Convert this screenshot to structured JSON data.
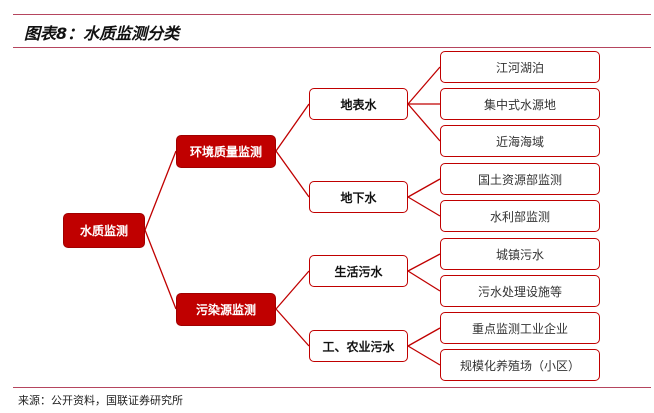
{
  "title": "图表8：水质监测分类",
  "root": "水质监测",
  "branches": [
    {
      "label": "环境质量监测",
      "children": [
        {
          "label": "地表水",
          "leaves": [
            "江河湖泊",
            "集中式水源地",
            "近海海域"
          ]
        },
        {
          "label": "地下水",
          "leaves": [
            "国土资源部监测",
            "水利部监测"
          ]
        }
      ]
    },
    {
      "label": "污染源监测",
      "children": [
        {
          "label": "生活污水",
          "leaves": [
            "城镇污水",
            "污水处理设施等"
          ]
        },
        {
          "label": "工、农业污水",
          "leaves": [
            "重点监测工业企业",
            "规模化养殖场（小区）"
          ]
        }
      ]
    }
  ],
  "source": "来源：公开资料，国联证券研究所",
  "colors": {
    "accent": "#c00000",
    "rule": "#b5455e"
  }
}
